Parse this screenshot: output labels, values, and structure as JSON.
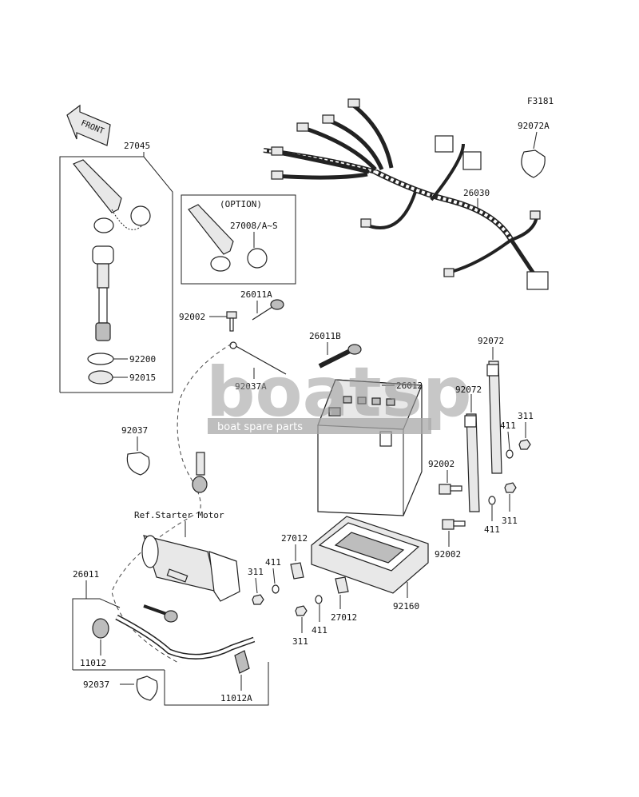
{
  "figure_code": "F3181",
  "front_label": "FRONT",
  "option_label": "(OPTION)",
  "ref_label": "Ref.Starter Motor",
  "watermark": {
    "brand": "boatsp",
    "tagline": "boat spare parts"
  },
  "part_labels": {
    "p27045": "27045",
    "p27008": "27008/A~S",
    "p92200": "92200",
    "p92015": "92015",
    "p92002_top": "92002",
    "p26011A": "26011A",
    "p26011B": "26011B",
    "p92037A": "92037A",
    "p26012": "26012",
    "p92037_left": "92037",
    "p92072A": "92072A",
    "p26030": "26030",
    "p92072_a": "92072",
    "p92072_b": "92072",
    "p411_a": "411",
    "p311_a": "311",
    "p92002_mid": "92002",
    "p311_b": "311",
    "p411_b": "411",
    "p92002_bot": "92002",
    "p27012_a": "27012",
    "p411_c": "411",
    "p311_c": "311",
    "p27012_b": "27012",
    "p411_d": "411",
    "p311_d": "311",
    "p92160": "92160",
    "p26011": "26011",
    "p11012": "11012",
    "p92037_bot": "92037",
    "p11012A": "11012A"
  }
}
